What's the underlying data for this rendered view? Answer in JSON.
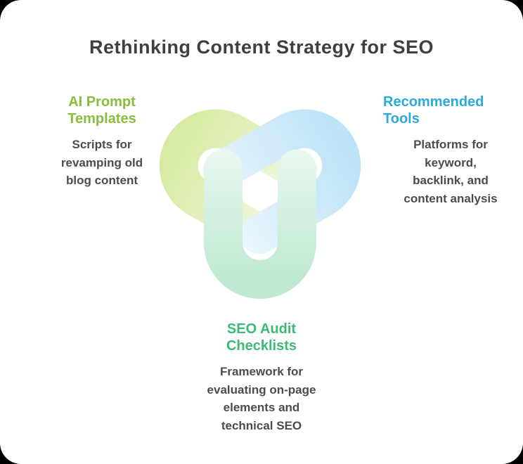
{
  "title": "Rethinking Content Strategy for SEO",
  "colors": {
    "title_text": "#3f3f3f",
    "body_text": "#4c4c4c",
    "left_heading": "#8abd3c",
    "right_heading": "#2ba9df",
    "bottom_heading": "#3cba75",
    "knot_green_strong": "#d8eba4",
    "knot_green_pale": "#f4fae6",
    "knot_blue_strong": "#bfe3f6",
    "knot_blue_pale": "#eaf6fd",
    "knot_teal_strong": "#bee8d0",
    "knot_teal_pale": "#eaf8f1",
    "canvas_background": "#ffffff"
  },
  "nodes": {
    "left": {
      "heading_lines": [
        "AI Prompt",
        "Templates"
      ],
      "desc_lines": [
        "Scripts for",
        "revamping old",
        "blog content"
      ]
    },
    "right": {
      "heading_lines": [
        "Recommended",
        "Tools"
      ],
      "desc_lines": [
        "Platforms for",
        "keyword,",
        "backlink, and",
        "content analysis"
      ]
    },
    "bottom": {
      "heading_lines": [
        "SEO Audit",
        "Checklists"
      ],
      "desc_lines": [
        "Framework for",
        "evaluating on-page",
        "elements and",
        "technical SEO"
      ]
    }
  }
}
